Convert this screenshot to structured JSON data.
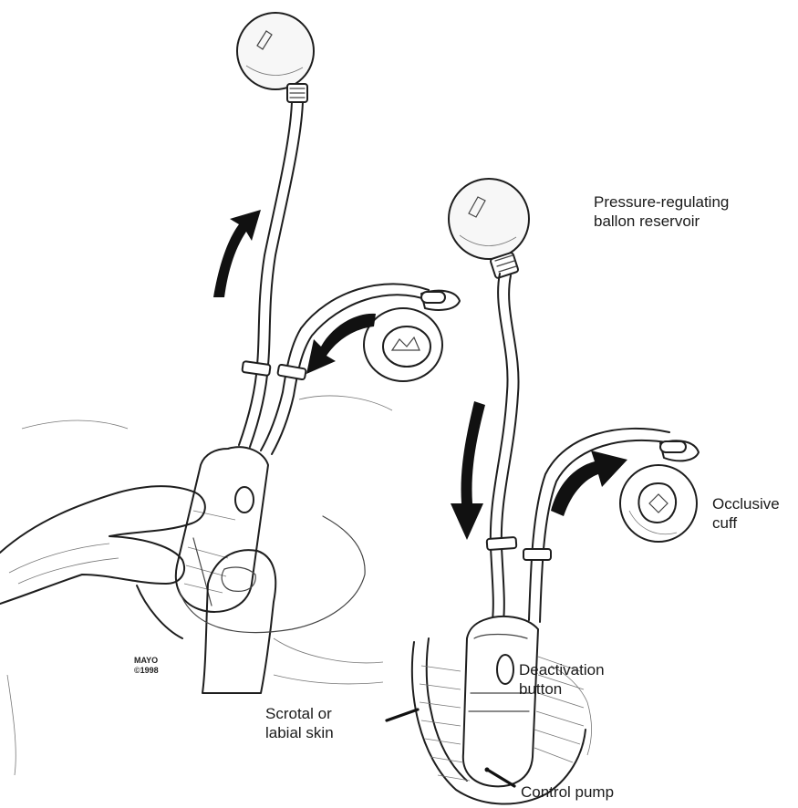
{
  "labels": {
    "reservoir_line1": "Pressure-regulating",
    "reservoir_line2": "ballon reservoir",
    "cuff_line1": "Occlusive",
    "cuff_line2": "cuff",
    "deactivation_line1": "Deactivation",
    "deactivation_line2": "button",
    "skin_line1": "Scrotal or",
    "skin_line2": "labial skin",
    "pump": "Control pump"
  },
  "credit": {
    "line1": "MAYO",
    "line2": "©1998"
  }
}
